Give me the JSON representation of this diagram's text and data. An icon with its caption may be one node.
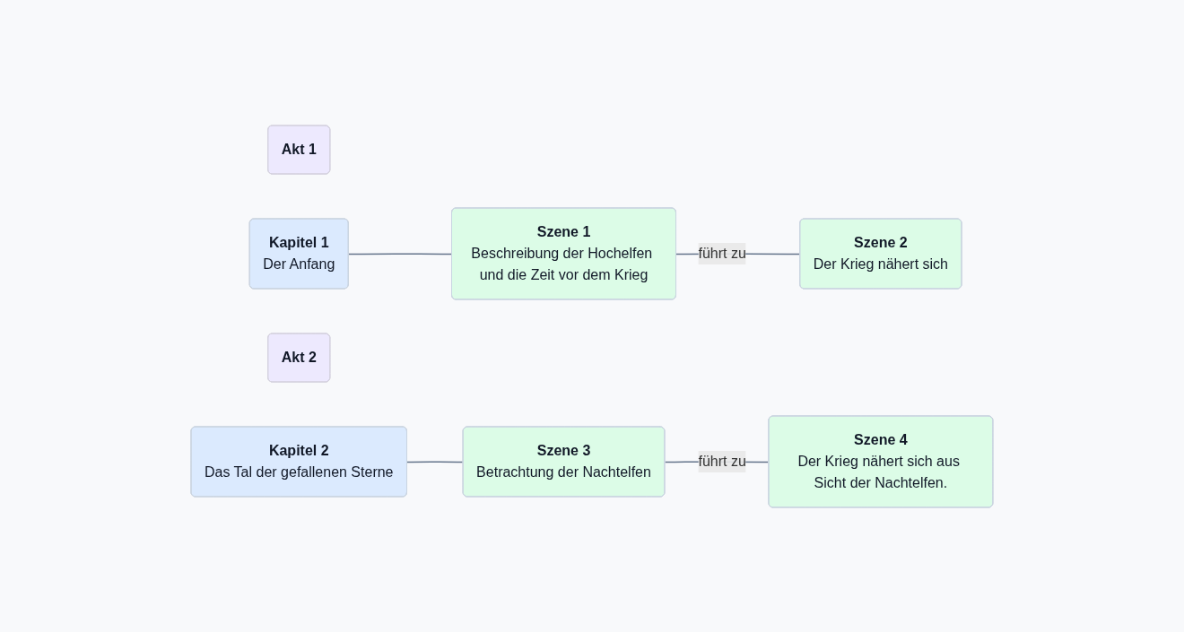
{
  "diagram": {
    "nodes": [
      {
        "text": [
          "Akt 1"
        ]
      },
      {
        "text": [
          "Kapitel 1",
          "Der Anfang"
        ]
      },
      {
        "text": [
          "Szene 1",
          "Beschreibung der Hochelfen und die Zeit vor dem Krieg"
        ]
      },
      {
        "text": [
          "Szene 2",
          "Der Krieg nähert sich"
        ]
      },
      {
        "text": [
          "Akt 2"
        ]
      },
      {
        "text": [
          "Kapitel 2",
          "Das Tal der gefallenen Sterne"
        ]
      },
      {
        "text": [
          "Szene 3",
          "Betrachtung der Nachtelfen"
        ]
      },
      {
        "text": [
          "Szene 4",
          "Der Krieg nähert sich aus Sicht der Nachtelfen."
        ]
      }
    ],
    "edges": [
      {
        "from": 1,
        "to": 2,
        "arrow": "none"
      },
      {
        "from": 2,
        "to": 3,
        "arrow": "none",
        "label": "führt zu"
      },
      {
        "from": 5,
        "to": 6,
        "arrow": "none"
      },
      {
        "from": 6,
        "to": 7,
        "arrow": "none",
        "label": "führt zu"
      }
    ]
  }
}
